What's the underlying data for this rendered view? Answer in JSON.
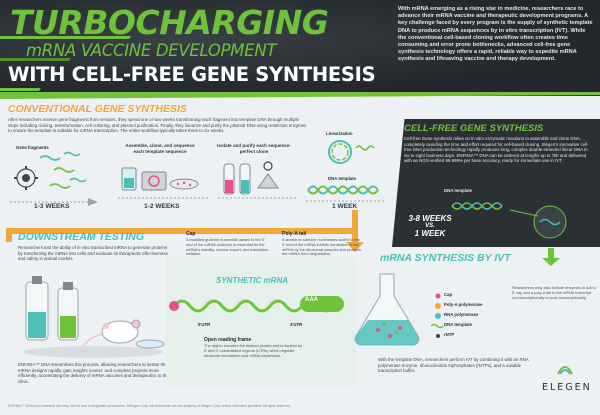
{
  "header": {
    "title_line1": "TURBOCHARGING",
    "title_line2": "mRNA VACCINE DEVELOPMENT",
    "title_line3": "WITH CELL-FREE GENE SYNTHESIS",
    "intro": "With mRNA emerging as a rising star in medicine, researchers race to advance their mRNA vaccine and therapeutic development programs. A key challenge faced by every program is the supply of synthetic template DNA to produce mRNA sequences by in vitro transcription (IVT). While the conventional cell-based cloning workflow often creates time consuming and error prone bottlenecks, advanced cell-free gene synthesis technology offers a rapid, reliable way to expedite mRNA synthesis and lifesaving vaccine and therapy development."
  },
  "conventional": {
    "title": "CONVENTIONAL GENE SYNTHESIS",
    "body": "After researchers receive gene fragments from vendors, they spend one or two weeks transforming each fragment into template DNA through multiple steps including cloning, transformation, cell culturing, and plasmid purification. Finally, they linearize and purify the plasmid DNA using restriction enzymes to ensure the template is suitable for mRNA transcription. The entire workflow typically takes three to six weeks.",
    "step1_label": "Gene fragments",
    "step2_label": "Assemble, clone, and sequence each template sequence",
    "step3_label": "Isolate and purify each sequence-perfect clone",
    "step4_label": "Linearization",
    "step5_label": "DNA template",
    "weeks1": "1-3 WEEKS",
    "weeks2": "1-2 WEEKS",
    "weeks3": "1 WEEK"
  },
  "cellfree": {
    "title": "CELL-FREE GENE SYNTHESIS",
    "body": "Cell-free Gene synthesis relies on in vitro enzymatic reactions to assemble and clone DNA, completely avoiding the time and effort required for cell-based cloning. Elegen's innovative cell-free DNA production technology rapidly produces long, complex double-stranded linear DNA in six to eight business days. ENFINIA™ DNA can be ordered at lengths up to 7kb and delivered with an NGS-verified 99.999% per base accuracy, ready for immediate use in IVT.",
    "dna_label": "DNA template",
    "weeks_line1": "3-8 WEEKS",
    "weeks_line2": "VS.",
    "weeks_line3": "1 WEEK"
  },
  "downstream": {
    "title": "DOWNSTREAM TESTING",
    "body": "Researchers test the ability of in vitro transcribed mRNA to generate proteins by transfecting the mRNA into cells and evaluate its therapeutic effectiveness and safety in animal models.",
    "body2": "ENFINIA™ DNA streamlines this process, allowing researchers to iterate through mRNA designs rapidly, gain insights sooner, and complete projects more efficiently, accelerating the delivery of mRNA vaccines and therapeutics to the clinic."
  },
  "synthetic": {
    "title": "SYNTHETIC mRNA",
    "cap_title": "Cap",
    "cap_text": "A modified guanine nucleotide added to the 5' end of the mRNA molecule is essential for the mRNA's stability, nuclear export, and translation initiation.",
    "polya_title": "Poly-A tail",
    "polya_text": "A stretch of adenine nucleotides added to the 3' end of the mRNA inhibits translation of the mRNA by the ribosomal complex and protects the mRNA from degradation.",
    "utr5": "5'UTR",
    "utr3": "3'UTR",
    "aaa": "AAA",
    "orf_title": "Open reading frame",
    "orf_text": "The region encodes the desired protein and is flanked by 5' and 3' untranslated regions (UTRs) which regulate ribosome recruitment and mRNA expression."
  },
  "ivt": {
    "title": "mRNA SYNTHESIS BY IVT",
    "legend": [
      "Cap",
      "Poly-A polymerase",
      "RNA polymerase",
      "DNA template",
      "rNTP"
    ],
    "note": "Researchers may also include enzymes to add a 5' cap and a poly-A tail to the mRNA transcript co-transcriptionally or post-transcriptionally.",
    "body": "With the template DNA, researchers perform IVT by combining it with an RNA polymerase enzyme, ribonucleotide triphosphates (rNTPs), and a suitable transcription buffer."
  },
  "footer": "ENFINIA™ DNA is for research use only. Not for use in diagnostic procedures. ©Elegen Corp. All trademarks are the property of Elegen Corp. unless otherwise specified. All rights reserved.",
  "logo": "ELEGEN",
  "colors": {
    "green": "#6fc23a",
    "orange": "#f0a73a",
    "teal": "#4bbfb8",
    "dark": "#2b3035",
    "pink": "#e8508a"
  }
}
